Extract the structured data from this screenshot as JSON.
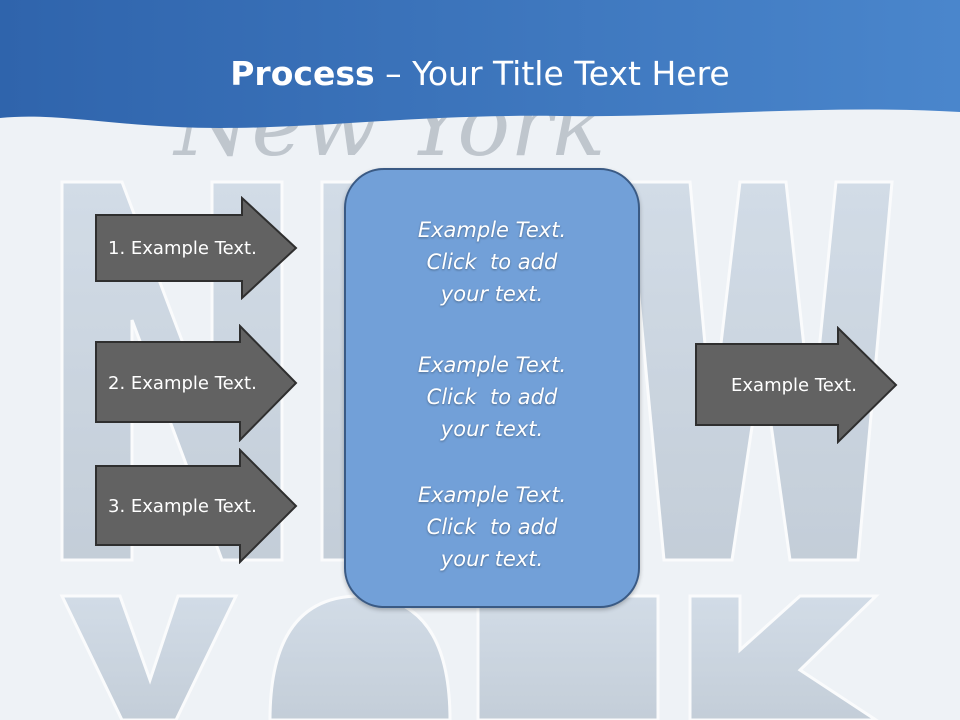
{
  "slide": {
    "title_bold": "Process",
    "title_rest": " – Your Title Text Here",
    "background_word_top": "New York",
    "background_word_mid": "NEW",
    "background_word_bottom": "YORK"
  },
  "left_arrows": [
    {
      "label": "1. Example Text."
    },
    {
      "label": "2. Example Text."
    },
    {
      "label": "3. Example Text."
    }
  ],
  "center_box": {
    "blocks": [
      {
        "lines": [
          "Example Text.",
          "Click  to add",
          "your text."
        ]
      },
      {
        "lines": [
          "Example Text.",
          "Click  to add",
          "your text."
        ]
      },
      {
        "lines": [
          "Example Text.",
          "Click  to add",
          "your text."
        ]
      }
    ]
  },
  "right_arrow": {
    "label": "Example Text."
  },
  "colors": {
    "header_blue": "#3a70b8",
    "arrow_fill": "#626262",
    "box_fill": "#72a0d8",
    "box_border": "#3a5a84"
  }
}
